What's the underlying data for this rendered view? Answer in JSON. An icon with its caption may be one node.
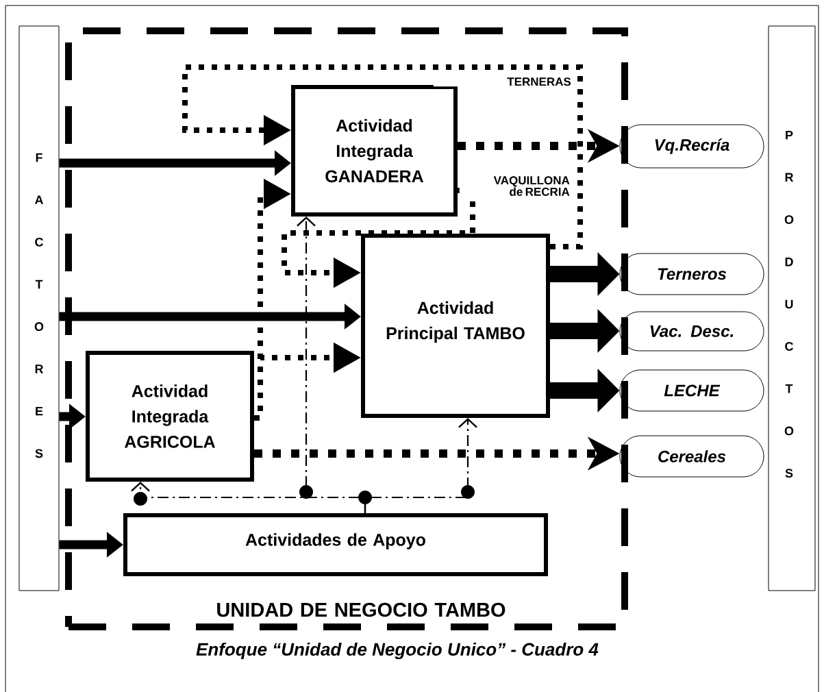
{
  "diagram": {
    "caption": "Enfoque “Unidad de Negocio Unico” - Cuadro 4",
    "nodes": [
      {
        "text": [
          "F A C T O R E S"
        ]
      },
      {
        "text": [
          "P R O D U C T O S"
        ]
      },
      {
        "text": [
          "UNIDAD DE NEGOCIO TAMBO"
        ]
      },
      {
        "text": [
          "Actividad Integrada GANADERA"
        ],
        "in": 2
      },
      {
        "text": [
          "Actividad Principal TAMBO"
        ],
        "in": 2
      },
      {
        "text": [
          "Actividad Integrada AGRICOLA"
        ],
        "in": 2
      },
      {
        "text": [
          "Actividades de Apoyo"
        ],
        "in": 2
      },
      {
        "text": [
          "Vq.Recría"
        ]
      },
      {
        "text": [
          "Terneros"
        ]
      },
      {
        "text": [
          "Vac. Desc."
        ]
      },
      {
        "text": [
          "LECHE"
        ]
      },
      {
        "text": [
          "Cereales"
        ]
      }
    ],
    "edges": [
      {
        "from": 0,
        "to": 3,
        "arrow": "to"
      },
      {
        "from": 0,
        "to": 4,
        "arrow": "to"
      },
      {
        "from": 0,
        "to": 5,
        "arrow": "to"
      },
      {
        "from": 0,
        "to": 6,
        "arrow": "to"
      },
      {
        "from": 4,
        "to": 8,
        "arrow": "to",
        "style": "thick"
      },
      {
        "from": 4,
        "to": 9,
        "arrow": "to",
        "style": "thick"
      },
      {
        "from": 4,
        "to": 10,
        "arrow": "to",
        "style": "thick"
      },
      {
        "from": 3,
        "to": 7,
        "arrow": "to",
        "style": "dashed"
      },
      {
        "from": 5,
        "to": 11,
        "arrow": "to",
        "style": "dashed"
      },
      {
        "from": 4,
        "to": 3,
        "arrow": "to",
        "style": "dashed",
        "label": "TERNERAS"
      },
      {
        "from": 3,
        "to": 4,
        "arrow": "to",
        "style": "dashed",
        "label": "VAQUILLONA de RECRIA"
      },
      {
        "from": 5,
        "to": 3,
        "arrow": "to",
        "style": "dashed"
      },
      {
        "from": 5,
        "to": 4,
        "arrow": "to",
        "style": "dashed"
      },
      {
        "from": 6,
        "to": 5,
        "arrow": "to",
        "style": "dashed"
      },
      {
        "from": 6,
        "to": 3,
        "arrow": "to",
        "style": "dashed"
      },
      {
        "from": 6,
        "to": 4,
        "arrow": "to",
        "style": "dashed"
      }
    ]
  }
}
